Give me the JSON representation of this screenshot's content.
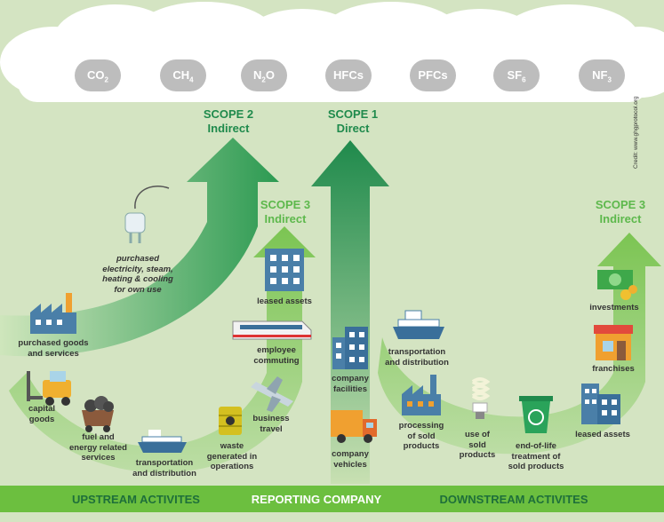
{
  "gases": [
    {
      "base": "CO",
      "sub": "2"
    },
    {
      "base": "CH",
      "sub": "4"
    },
    {
      "base": "N",
      "sub": "2",
      "tail": "O"
    },
    {
      "base": "HFCs",
      "sub": ""
    },
    {
      "base": "PFCs",
      "sub": ""
    },
    {
      "base": "SF",
      "sub": "6"
    },
    {
      "base": "NF",
      "sub": "3"
    }
  ],
  "scopes": {
    "scope2": {
      "title": "SCOPE 2",
      "subtitle": "Indirect"
    },
    "scope1": {
      "title": "SCOPE 1",
      "subtitle": "Direct"
    },
    "scope3_left": {
      "title": "SCOPE 3",
      "subtitle": "Indirect"
    },
    "scope3_right": {
      "title": "SCOPE 3",
      "subtitle": "Indirect"
    }
  },
  "credit": "Credit: www.ghgprotocol.org",
  "upstream": {
    "purchased_electricity": [
      "purchased",
      "electricity, steam,",
      "heating & cooling",
      "for own use"
    ],
    "purchased_goods": [
      "purchased goods",
      "and services"
    ],
    "capital_goods": [
      "capital",
      "goods"
    ],
    "fuel_energy": [
      "fuel and",
      "energy related",
      "services"
    ],
    "transport_dist": [
      "transportation",
      "and distribution"
    ],
    "waste": [
      "waste",
      "generated in",
      "operations"
    ],
    "business_travel": [
      "business",
      "travel"
    ],
    "employee_commuting": [
      "employee",
      "commuting"
    ],
    "leased_assets": [
      "leased assets"
    ]
  },
  "reporting": {
    "company_facilities": [
      "company",
      "facilities"
    ],
    "company_vehicles": [
      "company",
      "vehicles"
    ]
  },
  "downstream": {
    "transport_dist": [
      "transportation",
      "and distribution"
    ],
    "processing": [
      "processing",
      "of sold",
      "products"
    ],
    "use_sold": [
      "use of",
      "sold",
      "products"
    ],
    "end_of_life": [
      "end-of-life",
      "treatment of",
      "sold products"
    ],
    "leased_assets": [
      "leased assets"
    ],
    "franchises": [
      "franchises"
    ],
    "investments": [
      "investments"
    ]
  },
  "bottom_bar": {
    "upstream": "UPSTREAM ACTIVITES",
    "reporting": "REPORTING COMPANY",
    "downstream": "DOWNSTREAM ACTIVITES"
  },
  "colors": {
    "background": "#d4e4c2",
    "scope_dark": "#1f8a4c",
    "scope_light": "#5db84c",
    "bar": "#6cbf3f",
    "gas_circle": "#bdbdbd"
  }
}
